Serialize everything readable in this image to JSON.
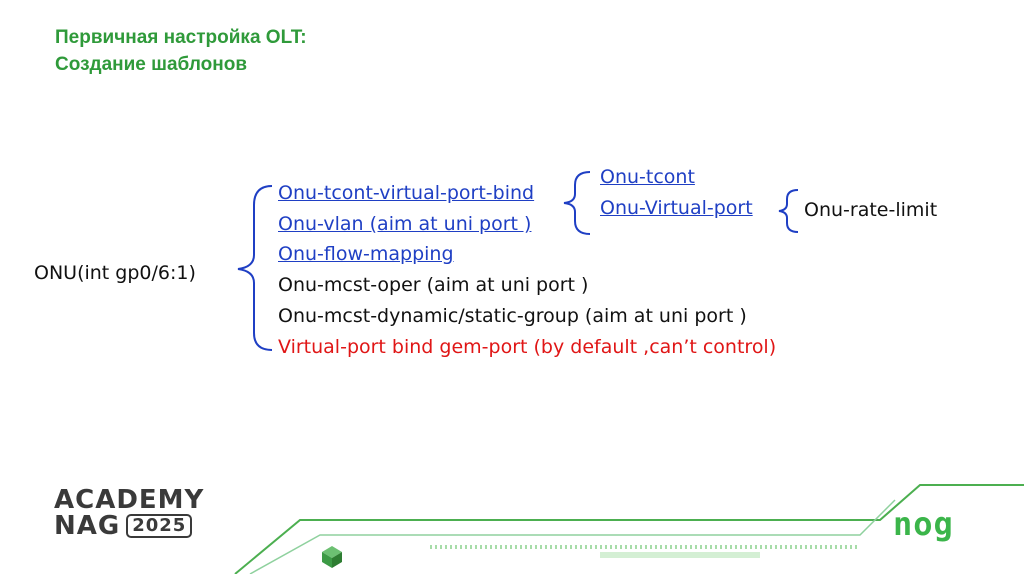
{
  "slide": {
    "title_line1": "Первичная настройка OLT:",
    "title_line2": "Создание шаблонов"
  },
  "diagram": {
    "root": "ONU(int gp0/6:1)",
    "items": [
      {
        "label": "Onu-tcont-virtual-port-bind",
        "style": "link"
      },
      {
        "label": "Onu-vlan (aim at uni port )",
        "style": "link"
      },
      {
        "label": "Onu-flow-mapping",
        "style": "link"
      },
      {
        "label": "Onu-mcst-oper (aim at uni port )",
        "style": "plain"
      },
      {
        "label": "Onu-mcst-dynamic/static-group (aim at uni port )",
        "style": "plain"
      },
      {
        "label": "Virtual-port bind gem-port  (by default ,can’t control)",
        "style": "red"
      }
    ],
    "sub_items": [
      {
        "label": "Onu-tcont",
        "style": "link"
      },
      {
        "label": "Onu-Virtual-port",
        "style": "link"
      }
    ],
    "leaf": "Onu-rate-limit",
    "colors": {
      "link": "#1f3fc4",
      "plain": "#111111",
      "red": "#e01616",
      "brace": "#1f3fc4",
      "accent": "#2f9a3a"
    }
  },
  "footer": {
    "academy_line1": "ACADEMY",
    "academy_line2": "NAG",
    "year": "2025",
    "logo": "nog"
  }
}
